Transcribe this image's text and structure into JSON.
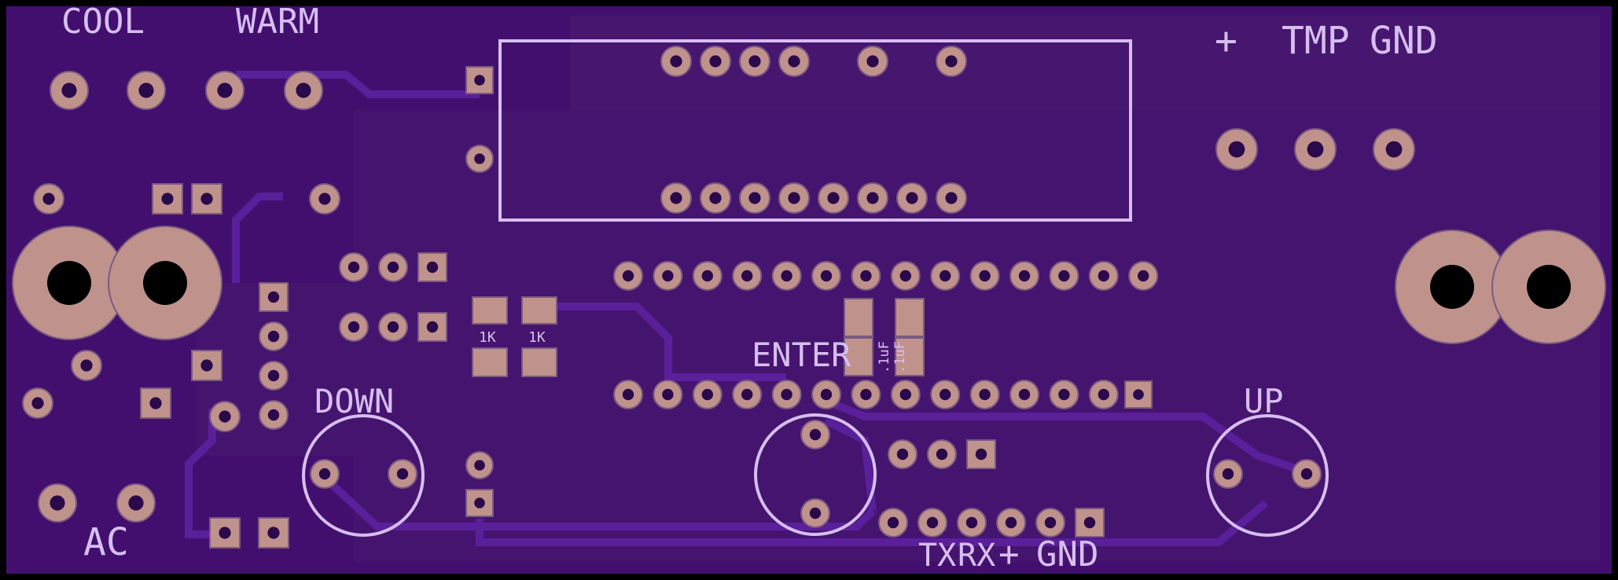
{
  "board": {
    "colors": {
      "outline": "#000000",
      "substrate": "#420f6e",
      "copper_fill": "#46156f",
      "trace": "#5a1f9a",
      "silkscreen": "#d6bff0",
      "pad": "#c0928c",
      "drill": "#2a0a4a",
      "mount_hole": "#000000"
    },
    "labels": {
      "cool": "COOL",
      "warm": "WARM",
      "plus_top": "+",
      "tmp": "TMP",
      "gnd_top": "GND",
      "down": "DOWN",
      "enter": "ENTER",
      "up": "UP",
      "ac": "AC",
      "r1": "1K",
      "r2": "1K",
      "c1": ".1uF",
      "c2": ".1uF",
      "tx": "TX",
      "rx": "RX",
      "plus_bottom": "+",
      "gnd_bottom": "GND"
    }
  }
}
